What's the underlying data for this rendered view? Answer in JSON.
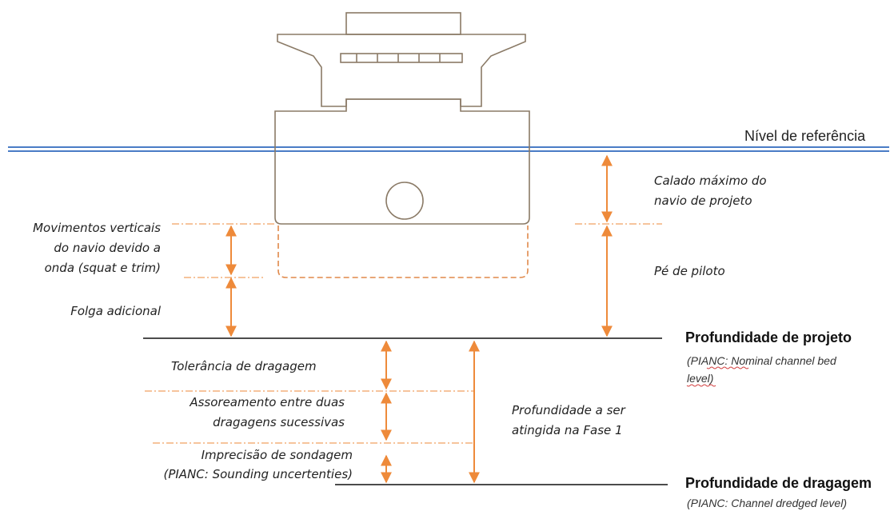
{
  "colors": {
    "water_line": "#4a7cc6",
    "arrow": "#ee8a3a",
    "ship_outline": "#8a7a66",
    "ground_line": "#111111"
  },
  "labels": {
    "reference_level": "Nível de referência",
    "max_draft": [
      "Calado máximo do",
      "navio de projeto"
    ],
    "vertical_movements": [
      "Movimentos verticais",
      "do navio devido a",
      "onda (squat e trim)"
    ],
    "pilot_foot": "Pé de piloto",
    "additional_clearance": "Folga adicional",
    "dredging_tolerance": "Tolerância de dragagem",
    "siltation": [
      "Assoreamento entre duas",
      "dragagens sucessivas"
    ],
    "depth_phase1": [
      "Profundidade a ser",
      "atingida na Fase 1"
    ],
    "sounding_imprecision": [
      "Imprecisão de sondagem",
      "(PIANC: Sounding uncertenties)"
    ],
    "design_depth": {
      "title": "Profundidade de projeto",
      "note": [
        "(PIANC: Nominal channel bed",
        "level)"
      ]
    },
    "dredging_depth": {
      "title": "Profundidade de dragagem",
      "note": "(PIANC: Channel dredged level)"
    }
  }
}
